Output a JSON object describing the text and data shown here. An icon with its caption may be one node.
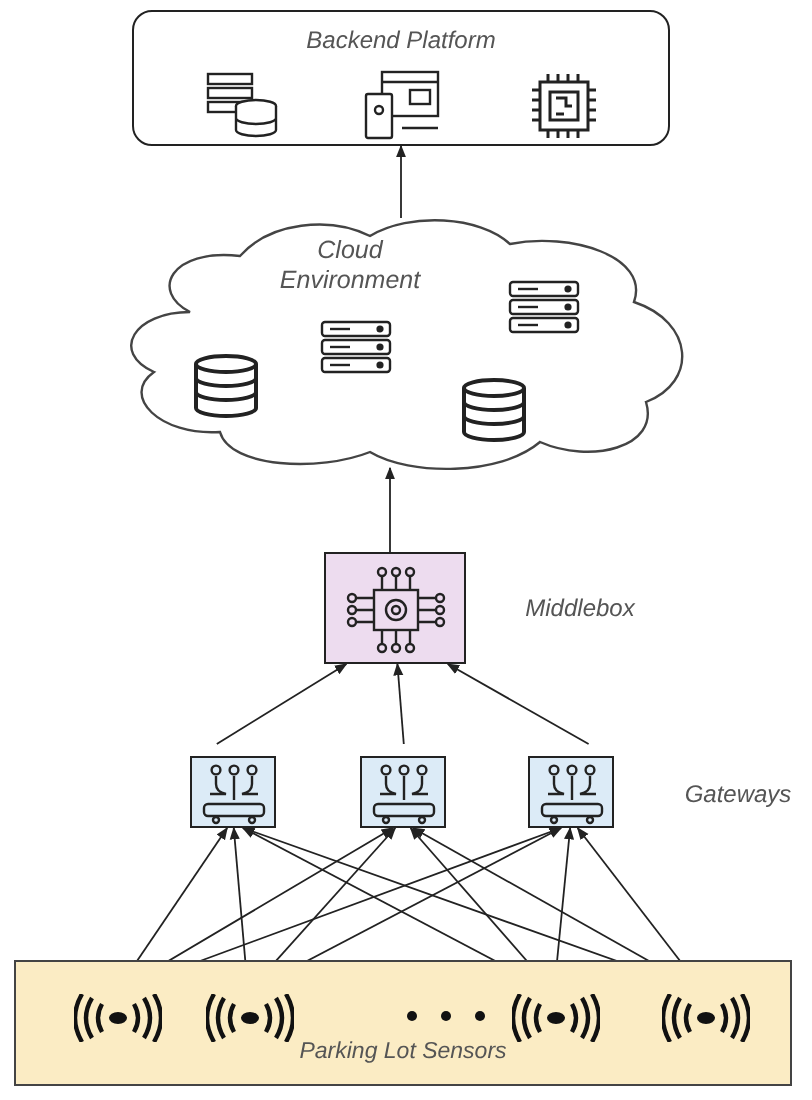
{
  "diagram": {
    "nodes": [
      {
        "text": [
          "Backend Platform"
        ]
      },
      {
        "text": [
          "Cloud Environment"
        ]
      },
      {
        "text": [
          "Middlebox"
        ]
      },
      {
        "text": [],
        "shape": "box"
      },
      {
        "text": [],
        "shape": "box"
      },
      {
        "text": [],
        "shape": "box"
      },
      {
        "text": [
          "Parking Lot Sensors"
        ]
      },
      {
        "text": [],
        "shape": "sensor",
        "in": 6
      },
      {
        "text": [],
        "shape": "sensor",
        "in": 6
      },
      {
        "text": [],
        "shape": "sensor",
        "in": 6
      },
      {
        "text": [],
        "shape": "sensor",
        "in": 6
      }
    ],
    "edges": [
      {
        "from": 1,
        "to": 0,
        "arrow": "to"
      },
      {
        "from": 2,
        "to": 1,
        "arrow": "to"
      },
      {
        "from": 3,
        "to": 2,
        "arrow": "to"
      },
      {
        "from": 4,
        "to": 2,
        "arrow": "to"
      },
      {
        "from": 5,
        "to": 2,
        "arrow": "to"
      },
      {
        "from": 7,
        "to": 3,
        "arrow": "to"
      },
      {
        "from": 7,
        "to": 4,
        "arrow": "to"
      },
      {
        "from": 7,
        "to": 5,
        "arrow": "to"
      },
      {
        "from": 8,
        "to": 3,
        "arrow": "to"
      },
      {
        "from": 8,
        "to": 4,
        "arrow": "to"
      },
      {
        "from": 8,
        "to": 5,
        "arrow": "to"
      },
      {
        "from": 9,
        "to": 3,
        "arrow": "to"
      },
      {
        "from": 9,
        "to": 4,
        "arrow": "to"
      },
      {
        "from": 9,
        "to": 5,
        "arrow": "to"
      },
      {
        "from": 10,
        "to": 3,
        "arrow": "to"
      },
      {
        "from": 10,
        "to": 4,
        "arrow": "to"
      },
      {
        "from": 10,
        "to": 5,
        "arrow": "to"
      }
    ],
    "labels": [
      "Gateways"
    ]
  }
}
